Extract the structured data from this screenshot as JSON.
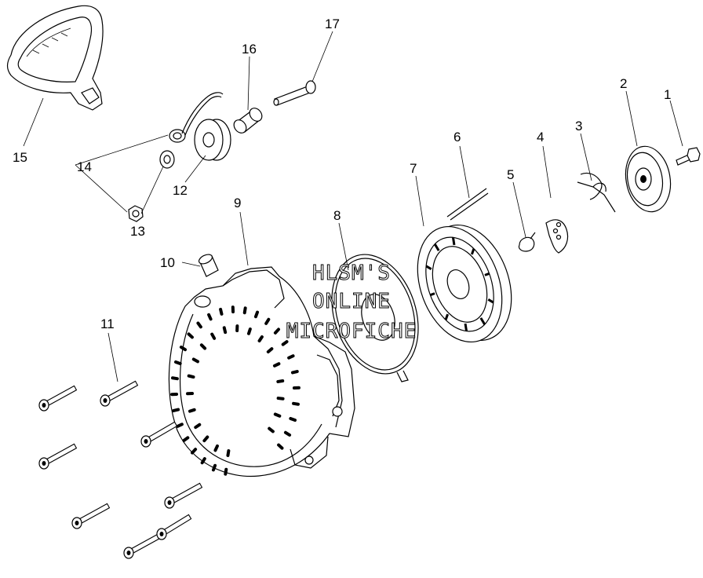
{
  "watermark": {
    "line1": "HLSM'S",
    "line2": "ONLINE",
    "line3": "MICROFICHE"
  },
  "callouts": [
    "1",
    "2",
    "3",
    "4",
    "5",
    "6",
    "7",
    "8",
    "9",
    "10",
    "11",
    "12",
    "13",
    "14",
    "15",
    "16",
    "17"
  ]
}
